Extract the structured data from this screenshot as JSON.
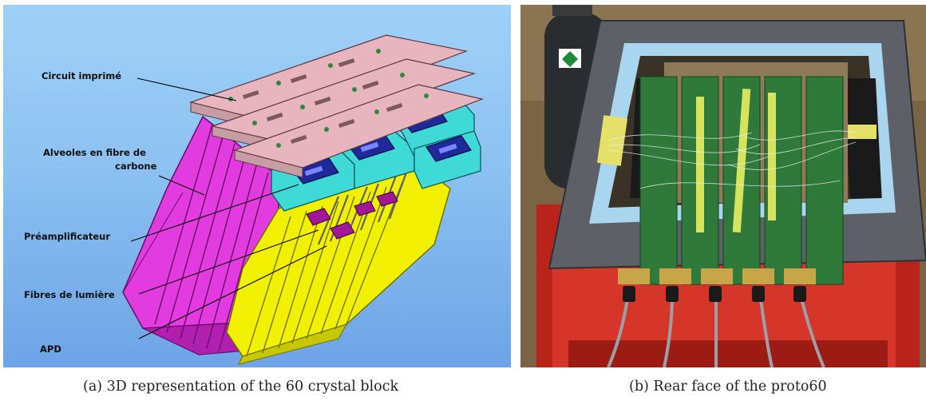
{
  "figure_a": {
    "caption": "(a) 3D representation of the 60 crystal block",
    "labels": {
      "circuit": "Circuit imprimé",
      "alveoles_line1": "Alveoles en fibre de",
      "alveoles_line2": "carbone",
      "preamp": "Préamplificateur",
      "fibres": "Fibres de lumière",
      "apd": "APD"
    }
  },
  "figure_b": {
    "caption": "(b) Rear face of the proto60"
  },
  "colors": {
    "background_sky": "#8cc1f1",
    "pcb_pink": "#e8b4bd",
    "alveole_magenta": "#e23ce0",
    "crystal_yellow": "#f0f000",
    "preamp_cyan": "#3fdad8",
    "preamp_chip_blue": "#1e2a9c",
    "board_green": "#2f7a3a",
    "frame_grey": "#5e6068",
    "support_red": "#c8281e"
  }
}
